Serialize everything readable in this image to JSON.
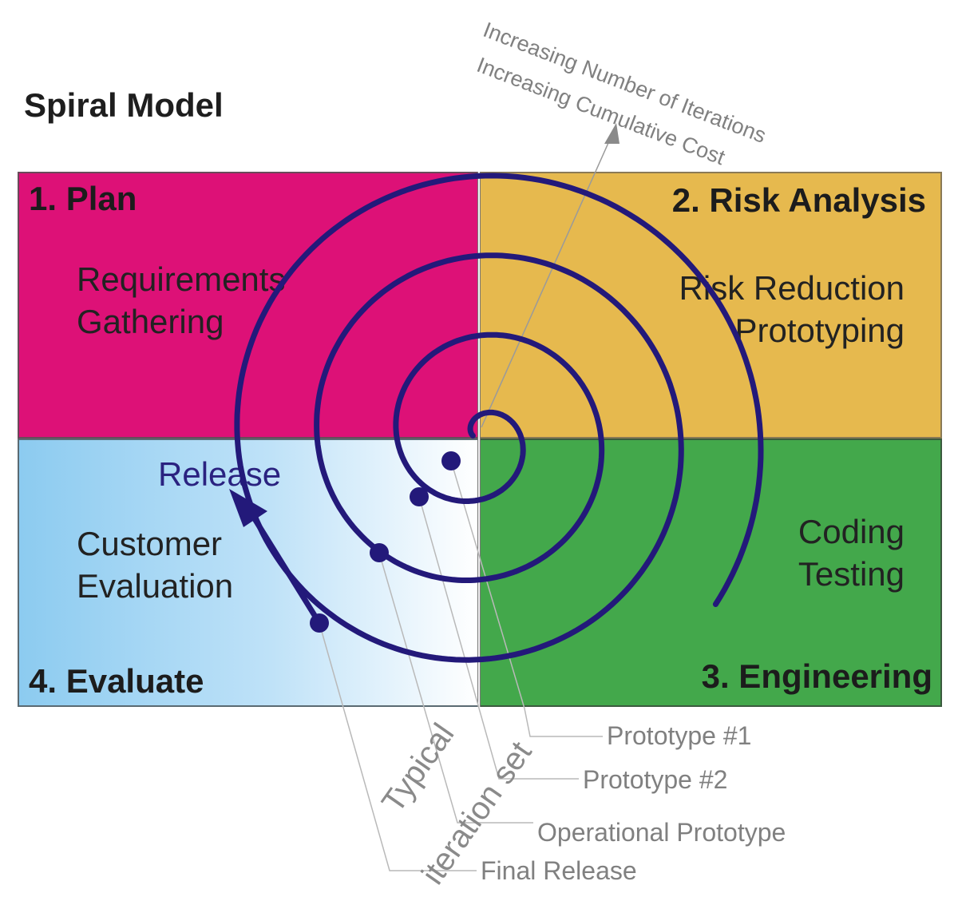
{
  "title": "Spiral Model",
  "axis_note": {
    "line1": "Increasing Number of Iterations",
    "line2": "Increasing Cumulative Cost"
  },
  "quadrants": {
    "plan": {
      "heading": "1. Plan",
      "text": [
        "Requirements",
        "Gathering"
      ],
      "color": "#dd1177"
    },
    "risk": {
      "heading": "2. Risk Analysis",
      "text": [
        "Risk Reduction",
        "Prototyping"
      ],
      "color": "#e6b94e"
    },
    "engineering": {
      "heading": "3. Engineering",
      "text": [
        "Coding",
        "Testing"
      ],
      "color": "#43a84b"
    },
    "evaluate": {
      "heading": "4. Evaluate",
      "text": [
        "Customer",
        "Evaluation"
      ],
      "color": "#8ccbf0"
    }
  },
  "release_label": "Release",
  "iteration_set": {
    "line1": "Typical",
    "line2": "iteration set"
  },
  "milestones": [
    "Prototype #1",
    "Prototype #2",
    "Operational Prototype",
    "Final Release"
  ],
  "spiral_color": "#23197a"
}
